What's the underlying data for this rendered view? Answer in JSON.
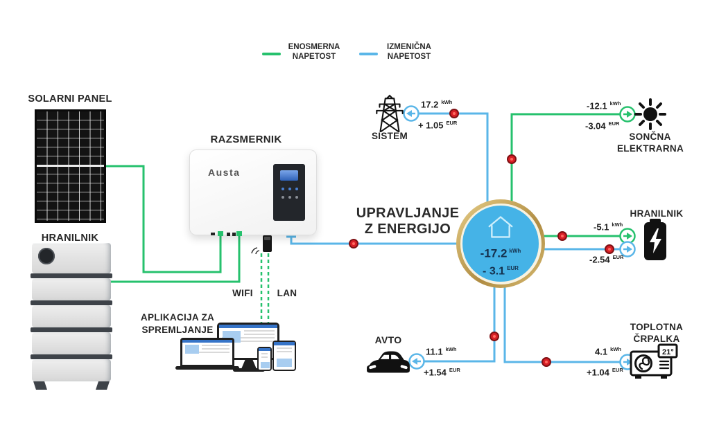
{
  "legend": {
    "dc_line1": "ENOSMERNA",
    "dc_line2": "NAPETOST",
    "ac_line1": "IZMENIČNA",
    "ac_line2": "NAPETOST"
  },
  "colors": {
    "dc_green": "#26c16d",
    "ac_blue": "#5ab6e8",
    "alert_red": "#d81f26",
    "hub_fill": "#45b3e7",
    "hub_ring_gold": "#c9a45b"
  },
  "sections": {
    "solar_panel_label": "SOLARNI PANEL",
    "home_battery_label": "HRANILNIK",
    "inverter_label": "RAZSMERNIK",
    "inverter_brand": "Austa",
    "wifi_label": "WIFI",
    "lan_label": "LAN",
    "app_label_line1": "APLIKACIJA ZA",
    "app_label_line2": "SPREMLJANJE"
  },
  "hub": {
    "title_line1": "UPRAVLJANJE",
    "title_line2": "Z ENERGIJO",
    "energy_value": "-17.2",
    "cost_value": "- 3.1"
  },
  "units": {
    "energy": "kWh",
    "currency": "EUR"
  },
  "nodes": {
    "sistem": {
      "label": "SISTEM",
      "energy": "17.2",
      "cost": "+ 1.05"
    },
    "soncna": {
      "label_line1": "SONČNA",
      "label_line2": "ELEKTRARNA",
      "energy": "-12.1",
      "cost": "-3.04"
    },
    "hranilnik": {
      "label": "HRANILNIK",
      "energy": "-5.1",
      "cost": "-2.54"
    },
    "toplotna": {
      "label_line1": "TOPLOTNA",
      "label_line2": "ČRPALKA",
      "energy": "4.1",
      "cost": "+1.04",
      "display": "21°"
    },
    "avto": {
      "label": "AVTO",
      "energy": "11.1",
      "cost": "+1.54"
    }
  }
}
